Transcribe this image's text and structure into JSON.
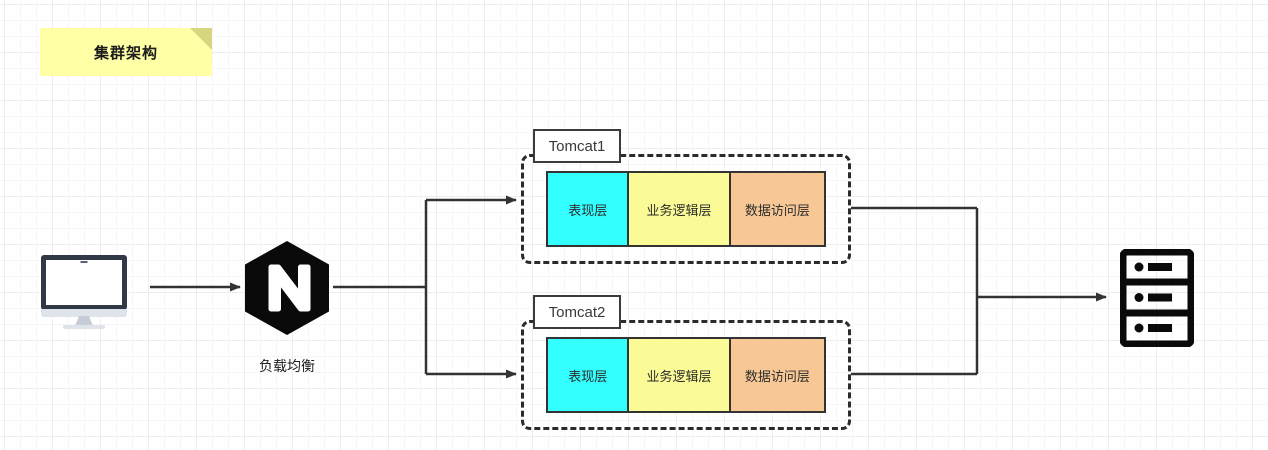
{
  "diagram": {
    "title_note": {
      "text": "集群架构",
      "bg_color": "#ffffa6",
      "fold_color": "#d6d681"
    },
    "client": {
      "icon": "desktop-monitor-icon"
    },
    "load_balancer": {
      "icon": "nginx-logo-icon",
      "label": "负载均衡"
    },
    "nodes": [
      {
        "title": "Tomcat1",
        "layers": [
          {
            "label": "表现层",
            "color": "#33ffff"
          },
          {
            "label": "业务逻辑层",
            "color": "#fafa96"
          },
          {
            "label": "数据访问层",
            "color": "#f7c896"
          }
        ]
      },
      {
        "title": "Tomcat2",
        "layers": [
          {
            "label": "表现层",
            "color": "#33ffff"
          },
          {
            "label": "业务逻辑层",
            "color": "#fafa96"
          },
          {
            "label": "数据访问层",
            "color": "#f7c896"
          }
        ]
      }
    ],
    "database": {
      "icon": "server-rack-icon"
    },
    "connectors": {
      "stroke_color": "#333333",
      "arrow_count": 4
    },
    "canvas": {
      "grid_minor_color": "#f6f6f6",
      "grid_major_color": "#ededed",
      "background": "#ffffff"
    }
  }
}
